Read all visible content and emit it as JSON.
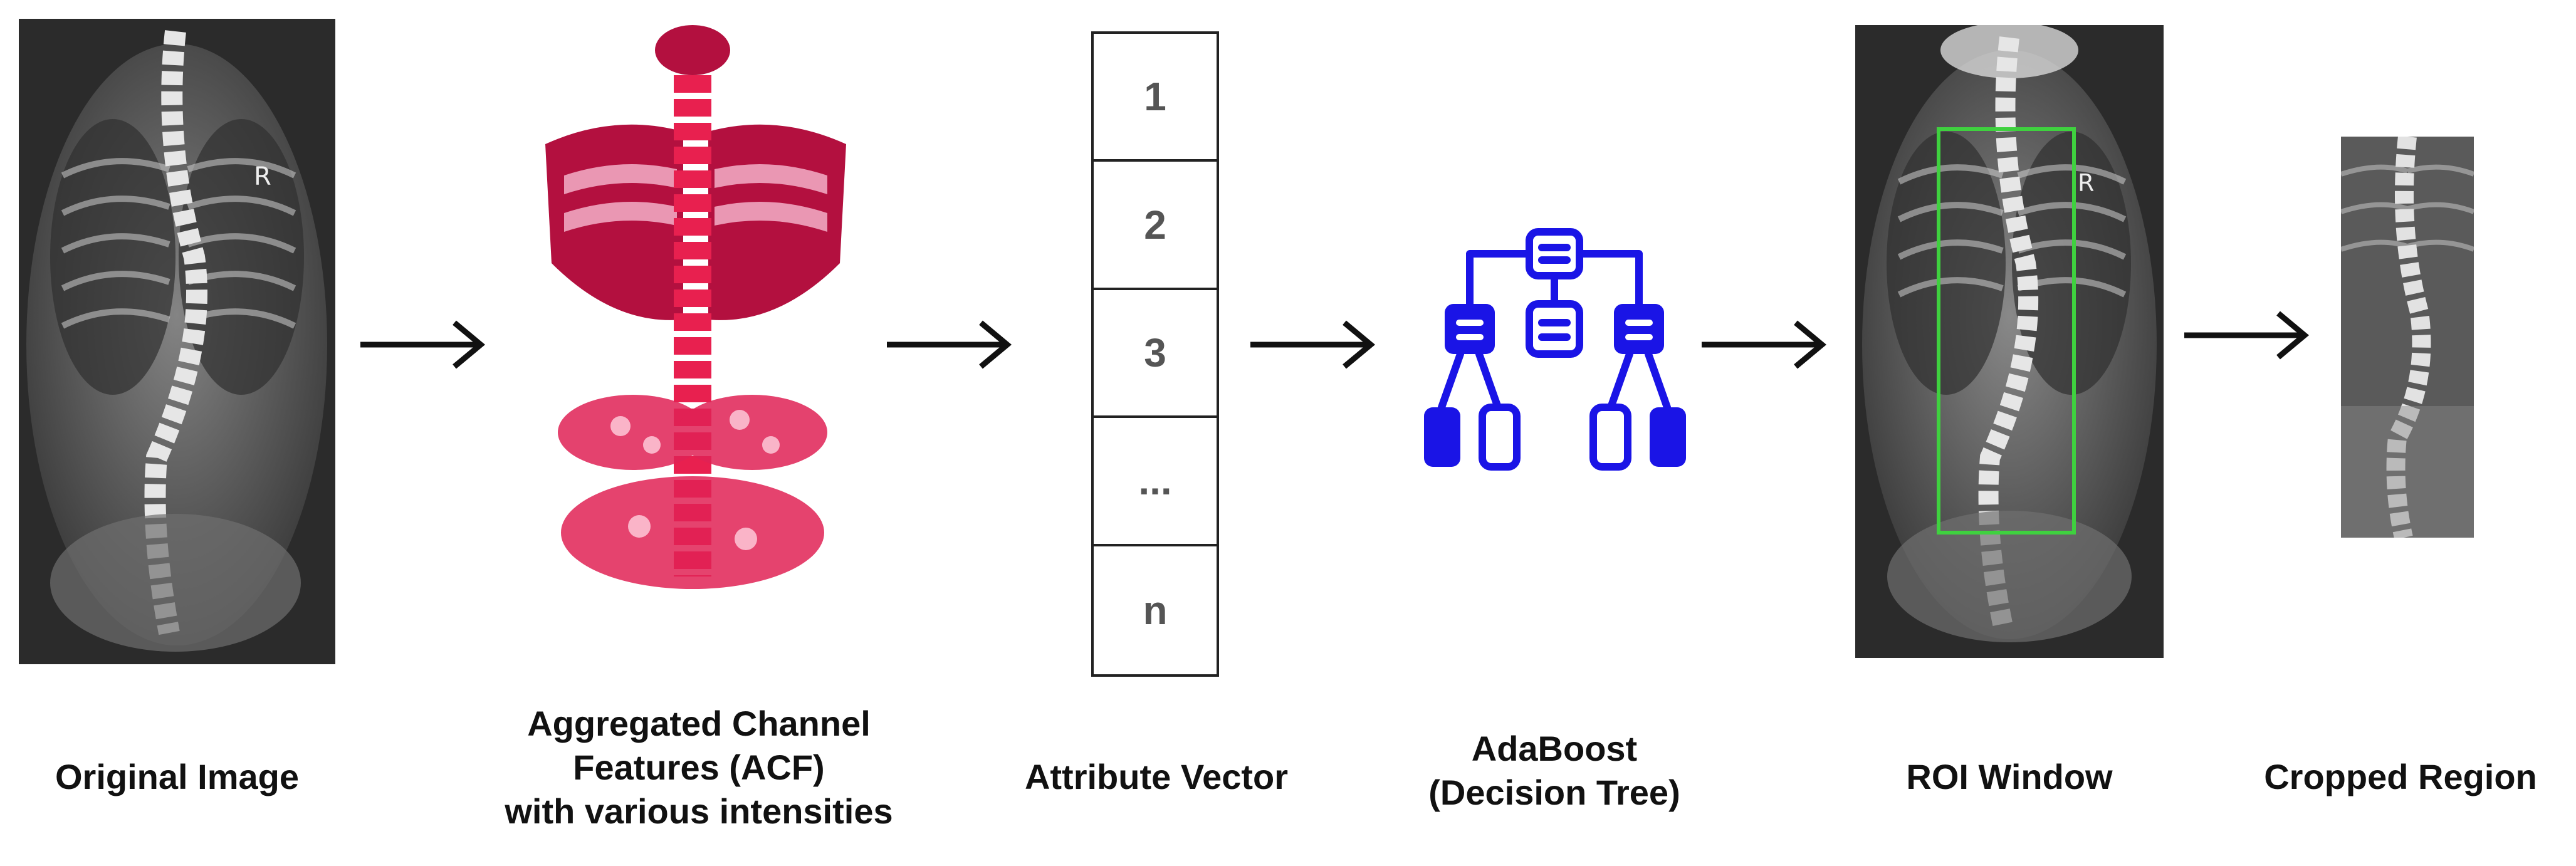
{
  "labels": {
    "original": "Original Image",
    "acf_line1": "Aggregated Channel",
    "acf_line2": "Features (ACF)",
    "acf_line3": "with various intensities",
    "attribute": "Attribute Vector",
    "ada_line1": "AdaBoost",
    "ada_line2": "(Decision Tree)",
    "roi": "ROI Window",
    "cropped": "Cropped Region"
  },
  "vector_cells": [
    "1",
    "2",
    "3",
    "...",
    "n"
  ],
  "colors": {
    "tree": "#1a14e6",
    "acf": "#c8124a",
    "roi_box": "#3fd13f",
    "arrow": "#111111"
  },
  "icons": [
    "xray-image",
    "acf-heatmap-image",
    "decision-tree-icon",
    "roi-xray-image",
    "cropped-xray-image",
    "arrow-icon"
  ]
}
